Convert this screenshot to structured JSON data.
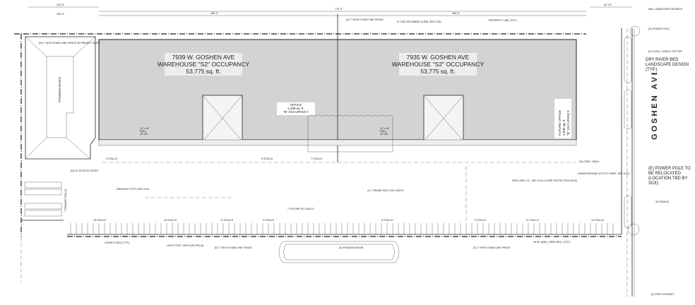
{
  "buildings": [
    {
      "address": "7939 W. GOSHEN AVE",
      "occupancy": "WAREHOUSE \"S2\" OCCUPANCY",
      "area": "53,775 sq. ft."
    },
    {
      "address": "7935 W. GOSHEN AVE",
      "occupancy": "WAREHOUSE \"S2\" OCCUPANCY",
      "area": "53,775 sq. ft."
    }
  ],
  "office": {
    "label": "OFFICE",
    "area": "1,299 sq. ft.",
    "occupancy": "\"B\" OCCUPANCY"
  },
  "future_office": {
    "label": "FUTURE OFFICE",
    "area": "2,500 sq. ft.",
    "occupancy": "\"B\" OCCUPANCY"
  },
  "street": "GOSHEN AVE",
  "ponding_basin": "PONDING BASIN",
  "bottom_ponding_basin": "(E) PONDING BASIN",
  "dimensions": {
    "overall": "770'-0\"",
    "left_half": "385'-0\"",
    "right_half": "385'-0\"",
    "left_top": "120'-6\"",
    "left_inner": "108'-0\"",
    "right_top": "52'-10\""
  },
  "roll_up_door": [
    "14' x 14'",
    "ROLL",
    "UP DR."
  ],
  "stalls": [
    "5 STALLS",
    "10 STALLS",
    "16 STALLS",
    "10 STALLS",
    "3 STALLS",
    "7 STALLS",
    "8 STALLS",
    "9 STALLS",
    "11 STALLS",
    "10 STALLS",
    "6 STALLS"
  ],
  "future_stalls": "7 FUTURE EV STALLS",
  "trailer_stalls": "7 TRAILER STALLS",
  "notes": {
    "fence_privacy": "(N) 7' HIGH CHAIN LINK FENCE W/ PRIVACY SLATS",
    "fence_top": "(E) 7' HIGH CHAIN LINK FENCE",
    "retaining_curb": "6\" CMU RETAINING CURB, SEE CIVIL",
    "property_line": "PROPERTY LINE (TYP.)",
    "access_gates": "(N) 10' ACCESS GATES",
    "manhole": "MANHOLE (TYP.) SEE CIVIL",
    "christy_box": "CHRISTY BOX (TYP.)",
    "light_post": "LIGHT POST, SEE ELECTRICAL",
    "fence_bottom": "(E) 7' HIGH CHAIN LINK FENCE",
    "ac_paving": "A.C. PAVING SEE CIVIL DWGS.",
    "fire_line": "FIRE LINE U.G., SEE CIVIL & FIRE PROTECTION PLAN",
    "underground": "UNDERGROUND UTILITY LINES, SEE CIVIL",
    "tree_well": "40 SF (MIN.) TREE WELL (TYP.)",
    "fence_bottom_right": "(E) 7' HIGH CHAIN LINK FENCE",
    "power_pole": "(E) POWER POLE",
    "power_pole_relocate": "(E) POWER POLE TO BE RELOCATED (LOCATION TBD BY SCE)",
    "radius": "30' RADIUS",
    "curb": "(E) CONC. CURB & GUTTER",
    "dry_river": "DRY RIVER BED LANDSCAPE DESIGN (TYP.)",
    "conc_walk": "(N) CONC. WALK",
    "fire_hydrant": "(E) FIRE HYDRANT",
    "landscape_setback": "MIN. LANDSCAPE SETBACK"
  }
}
